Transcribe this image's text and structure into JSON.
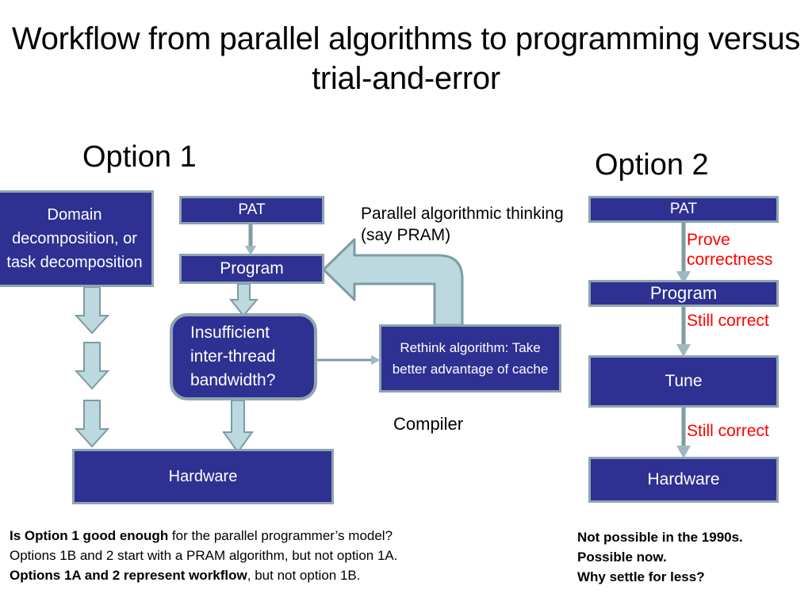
{
  "slide": {
    "title": "Workflow from parallel algorithms to programming versus trial-and-error",
    "background": "#ffffff",
    "box_fill": "#2E3192",
    "box_border": "#8FA5B0",
    "arrow_fill": "#BCD9DF",
    "arrow_stroke": "#7F9BA4",
    "connector": "#7F9BA4",
    "red_accent": "#FF0000"
  },
  "option1": {
    "heading": "Option 1",
    "boxes": {
      "domain": "Domain decomposition, or task decomposition",
      "pat": "PAT",
      "program": "Program",
      "insufficient": "Insufficient inter-thread bandwidth?",
      "rethink": "Rethink algorithm: Take better advantage of cache",
      "hardware": "Hardware"
    },
    "labels": {
      "pram": "Parallel algorithmic thinking (say PRAM)",
      "compiler": "Compiler"
    }
  },
  "option2": {
    "heading": "Option 2",
    "boxes": {
      "pat": "PAT",
      "program": "Program",
      "tune": "Tune",
      "hardware": "Hardware"
    },
    "labels": {
      "prove": "Prove correctness",
      "still_correct_1": "Still correct",
      "still_correct_2": "Still correct"
    }
  },
  "captions": {
    "left": {
      "line1_bold": "Is Option 1 good enough",
      "line1_rest": " for the parallel programmer’s model?",
      "line2": "Options 1B and 2 start with a PRAM algorithm, but not option 1A.",
      "line3_bold": "Options 1A and 2 represent workflow",
      "line3_rest": ", but not option 1B."
    },
    "right": {
      "line1": "Not possible in the 1990s.",
      "line2": "Possible now.",
      "line3": "Why settle for less?"
    }
  }
}
